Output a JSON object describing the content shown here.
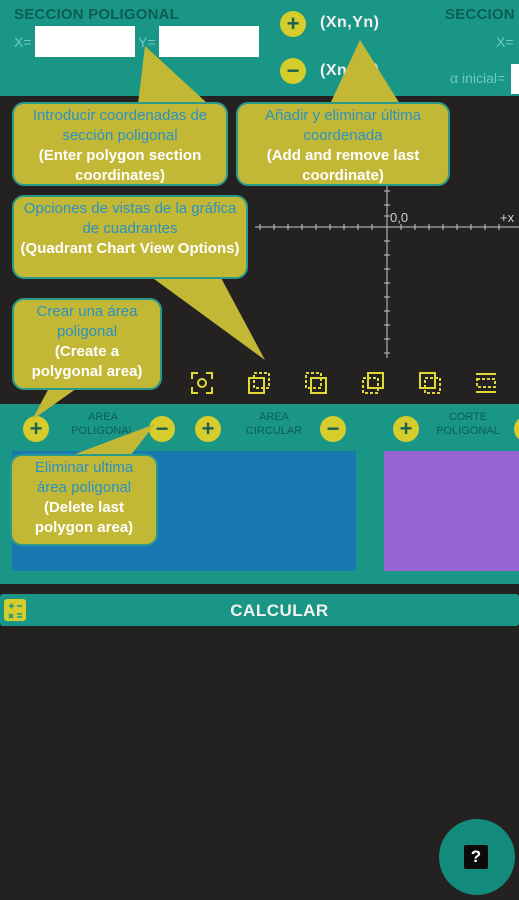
{
  "header": {
    "section_title": "SECCION POLIGONAL",
    "x_label": "X=",
    "y_label": "Y=",
    "xn_yn_add_label": "(Xn,Yn)",
    "xn_yn_remove_label": "(Xn,Yn)",
    "right_section_title": "SECCION",
    "right_x_label": "X=",
    "alpha_label": "α inicial="
  },
  "tooltips": {
    "coords": {
      "es": "Introducir coordenadas de sección poligonal",
      "en": "(Enter polygon section coordinates)"
    },
    "add_remove": {
      "es": "Añadir y eliminar última coordenada",
      "en": "(Add and remove last coordinate)"
    },
    "view_options": {
      "es": "Opciones de vistas de la gráfica de cuadrantes",
      "en": "(Quadrant Chart View Options)"
    },
    "create_area": {
      "es": "Crear una área poligonal",
      "en": "(Create a polygonal area)"
    },
    "delete_area": {
      "es": "Eliminar ultima área poligonal",
      "en": "(Delete last polygon area)"
    }
  },
  "chart": {
    "origin_label": "0,0",
    "x_axis_label": "+x"
  },
  "areas": {
    "poligonal_label": "AREA POLIGONAL",
    "circular_label": "AREA CIRCULAR",
    "corte_label": "CORTE POLIGONAL",
    "blue_color": "#1a78b0",
    "purple_color": "#9566d3"
  },
  "buttons": {
    "plus": "+",
    "minus": "−",
    "help": "?"
  },
  "calcular": {
    "label": "CALCULAR"
  },
  "colors": {
    "teal": "#1a9687",
    "yellow": "#d6cc2c",
    "bubble": "#c2b836",
    "background": "#242121"
  }
}
